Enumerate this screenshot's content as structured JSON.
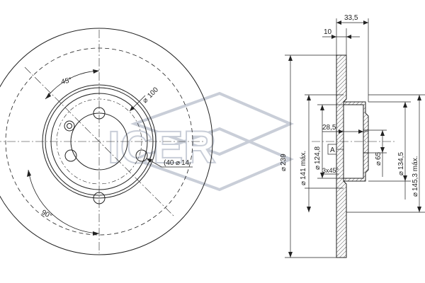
{
  "brand": {
    "watermark": "ICER"
  },
  "front_view": {
    "angle_pcd": "45°",
    "angle_bottom": "90°",
    "pcd": "100",
    "hole_label_inner": "(40",
    "hole_label_dia": "14"
  },
  "side_view": {
    "total_thickness": "33,5",
    "disc_thickness": "10",
    "outer_diameter": "239",
    "braking_diameter": "141 máx.",
    "hub_diameter": "124,8",
    "hat_height": "28,5",
    "datum": "A",
    "chamfer": "3x45°",
    "bore_diameter": "65",
    "hat_diameter": "134,5",
    "max_hat_diameter": "145,3 máx."
  },
  "colors": {
    "line": "#222222",
    "hatch": "#555555",
    "watermark": "#c9ced8"
  }
}
